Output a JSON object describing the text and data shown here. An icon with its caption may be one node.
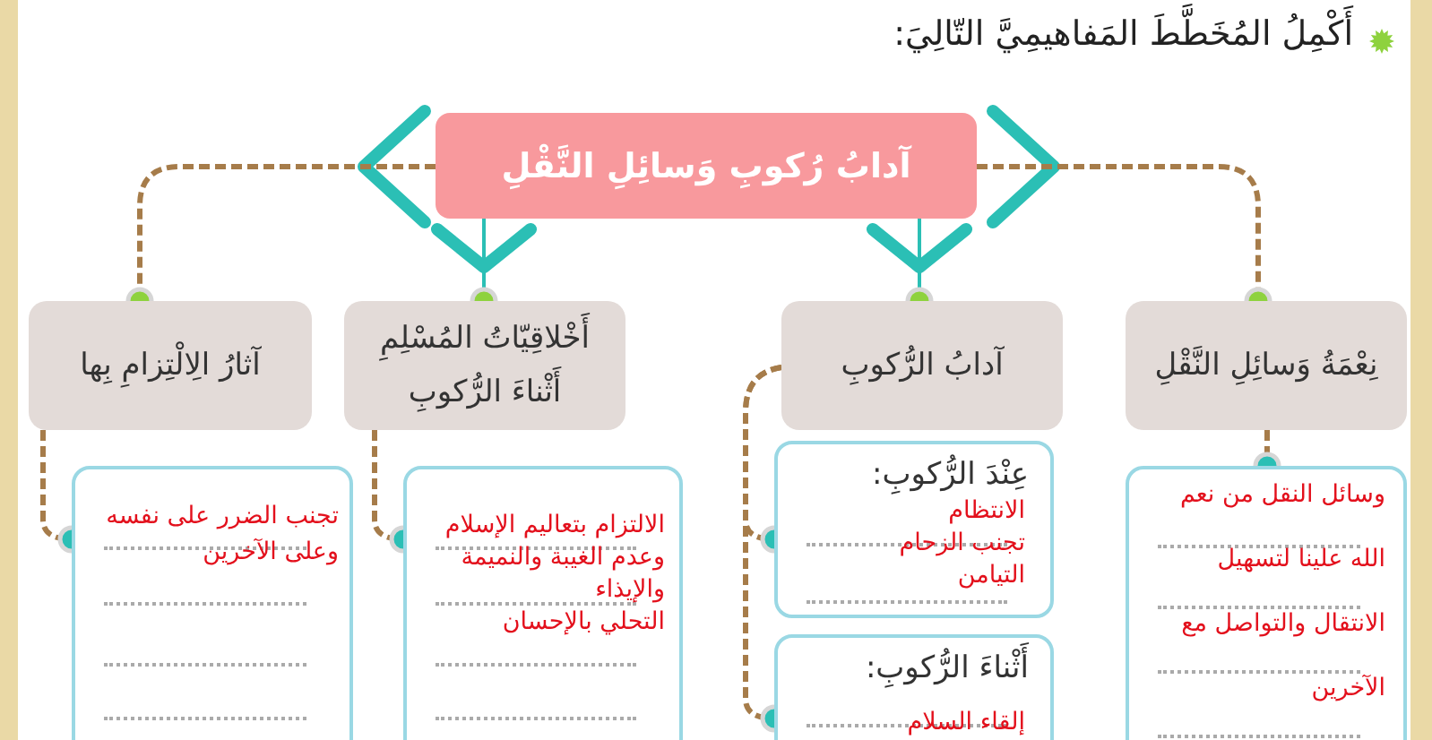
{
  "diagram": {
    "title": "أَكْمِلُ المُخَطَّطَ المَفاهيمِيَّ التّالِيَ:",
    "nodes": [
      {
        "text": [
          "آدابُ رُكوبِ وَسائِلِ النَّقْلِ"
        ]
      },
      {
        "text": [
          "نِعْمَةُ وَسائِلِ النَّقْلِ"
        ]
      },
      {
        "text": [
          "آدابُ الرُّكوبِ"
        ]
      },
      {
        "text": [
          "أَخْلاقِيّاتُ المُسْلِمِ أَثْناءَ الرُّكوبِ"
        ]
      },
      {
        "text": [
          "آثارُ الِالْتِزامِ بِها"
        ]
      },
      {
        "text": [
          "وسائل النقل من نعم الله علينا لتسهيل الانتقال والتواصل مع الآخرين"
        ]
      },
      {
        "text": [
          "عِنْدَ الرُّكوبِ:",
          "الانتظام",
          "تجنب الزحام",
          "التيامن"
        ]
      },
      {
        "text": [
          "أَثْناءَ الرُّكوبِ:",
          "إلقاء السلام"
        ]
      },
      {
        "text": [
          "الالتزام بتعاليم الإسلام وعدم الغيبة والنميمة والإيذاء",
          "التحلي بالإحسان"
        ]
      },
      {
        "text": [
          "تجنب الضرر على نفسه وعلى الآخرين"
        ]
      }
    ],
    "edges": [
      {
        "from": 0,
        "to": 1,
        "arrow": "other",
        "style": "dashed"
      },
      {
        "from": 0,
        "to": 2,
        "arrow": "other",
        "color": "#2bbfb5"
      },
      {
        "from": 0,
        "to": 3,
        "arrow": "other",
        "color": "#2bbfb5"
      },
      {
        "from": 0,
        "to": 4,
        "arrow": "other",
        "style": "dashed"
      },
      {
        "from": 1,
        "to": 5,
        "arrow": "other",
        "style": "dashed"
      },
      {
        "from": 2,
        "to": 6,
        "arrow": "other",
        "style": "dashed"
      },
      {
        "from": 2,
        "to": 7,
        "arrow": "other",
        "style": "dashed"
      },
      {
        "from": 3,
        "to": 8,
        "arrow": "other",
        "style": "dashed"
      },
      {
        "from": 4,
        "to": 9,
        "arrow": "other",
        "style": "dashed"
      }
    ]
  }
}
